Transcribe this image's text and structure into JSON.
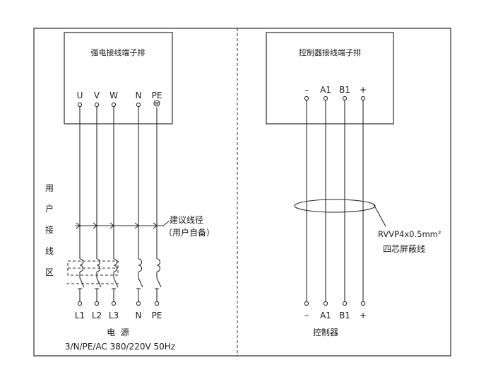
{
  "left_panel": {
    "box_title": "强电接线端子排",
    "terminals": [
      "U",
      "V",
      "W",
      "N",
      "PE"
    ],
    "side_label": [
      "用",
      "户",
      "接",
      "线",
      "区"
    ],
    "annotation_line1": "建议线径",
    "annotation_line2": "（用户自备）",
    "bottom_terminals": [
      "L1",
      "L2",
      "L3",
      "N",
      "PE"
    ],
    "source_title": "电  源",
    "source_spec": "3/N/PE/AC 380/220V 50Hz"
  },
  "right_panel": {
    "box_title": "控制器接线端子排",
    "terminals": [
      "–",
      "A1",
      "B1",
      "+"
    ],
    "cable_label_line1": "RVVP4x0.5mm²",
    "cable_label_line2": "四芯屏蔽线",
    "bottom_terminals": [
      "–",
      "A1",
      "B1",
      "+"
    ],
    "bottom_title": "控制器"
  }
}
